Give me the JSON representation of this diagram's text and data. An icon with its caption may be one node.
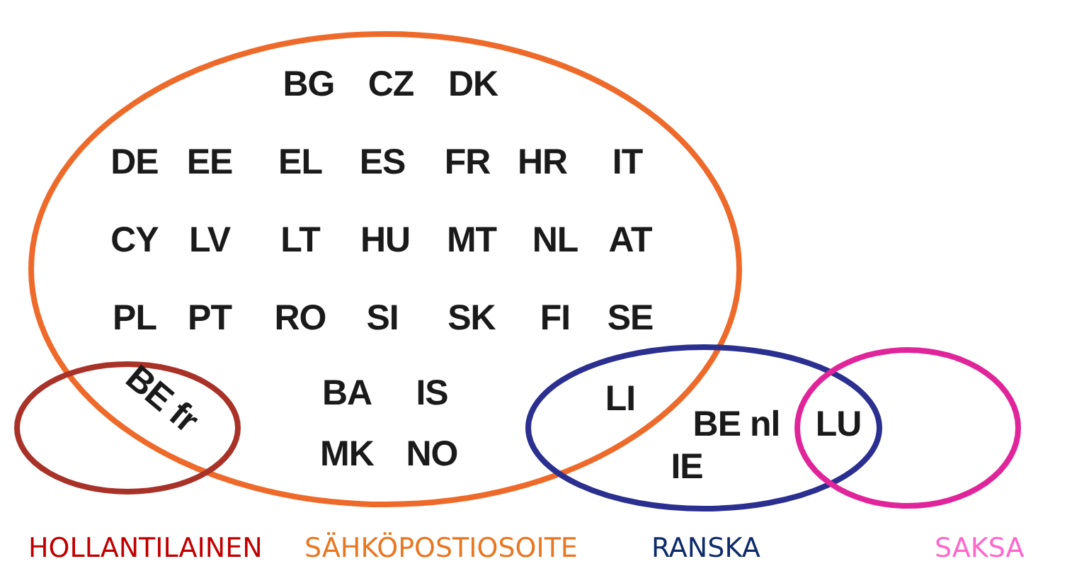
{
  "diagram": {
    "labels": [
      "BG",
      "CZ",
      "DK",
      "DE",
      "EE",
      "EL",
      "ES",
      "FR",
      "HR",
      "IT",
      "CY",
      "LV",
      "LT",
      "HU",
      "MT",
      "NL",
      "AT",
      "PL",
      "PT",
      "RO",
      "SI",
      "SK",
      "FI",
      "SE",
      "BE fr",
      "BA",
      "IS",
      "LI",
      "BE nl",
      "LU",
      "MK",
      "NO",
      "IE"
    ],
    "legend": [
      {
        "text": "HOLLANTILAINEN",
        "color": "#c00000"
      },
      {
        "text": "SÄHKÖPOSTIOSOITE",
        "color": "#e87722"
      },
      {
        "text": "RANSKA",
        "color": "#0d2a6b"
      },
      {
        "text": "SAKSA",
        "color": "#ff66cc"
      }
    ]
  }
}
